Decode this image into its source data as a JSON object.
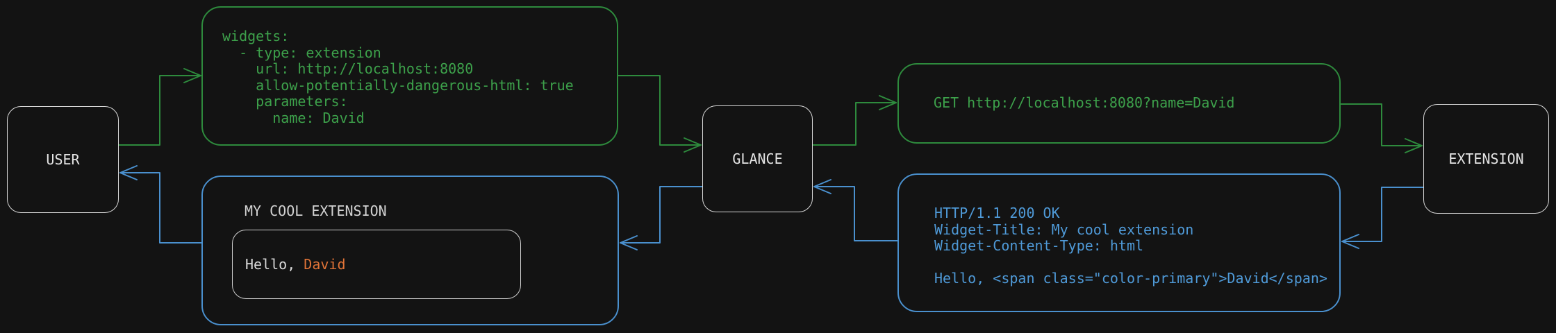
{
  "colors": {
    "background": "#131313",
    "green_border": "#2e8b3d",
    "green_text": "#3da14b",
    "blue_border": "#4a90ce",
    "blue_text": "#4f9ad8",
    "node_border": "#d9d9d9",
    "node_text": "#e4e4e4",
    "inner_border": "#cfcfcf",
    "title_text": "#d2d2d2",
    "greeting_text": "#dadada",
    "orange": "#df7337"
  },
  "nodes": {
    "user": {
      "label": "USER"
    },
    "glance": {
      "label": "GLANCE"
    },
    "extension": {
      "label": "EXTENSION"
    }
  },
  "config_box": {
    "code": "widgets:\n  - type: extension\n    url: http://localhost:8080\n    allow-potentially-dangerous-html: true\n    parameters:\n      name: David"
  },
  "request_box": {
    "code": "GET http://localhost:8080?name=David"
  },
  "response_box": {
    "code": "HTTP/1.1 200 OK\nWidget-Title: My cool extension\nWidget-Content-Type: html\n\nHello, <span class=\"color-primary\">David</span>"
  },
  "widget_box": {
    "title": "MY COOL EXTENSION",
    "greeting_prefix": "Hello, ",
    "greeting_name": "David"
  }
}
